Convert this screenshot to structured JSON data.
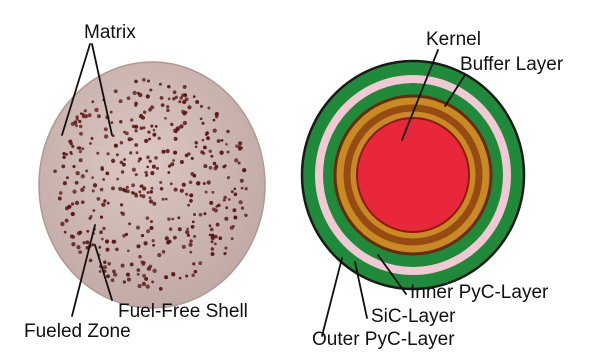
{
  "left_figure": {
    "labels": {
      "matrix": "Matrix",
      "fuel_free_shell": "Fuel-Free Shell",
      "fueled_zone": "Fueled Zone"
    },
    "colors": {
      "pebble_fill": "#cdb6b2",
      "pebble_edge": "#b8a09c",
      "particle": "#5a1a14"
    }
  },
  "right_figure": {
    "labels": {
      "kernel": "Kernel",
      "buffer_layer": "Buffer Layer",
      "inner_pyc_layer": "Inner PyC-Layer",
      "sic_layer": "SiC-Layer",
      "outer_pyc_layer": "Outer PyC-Layer"
    },
    "colors": {
      "outer_pyc": "#1e8a3a",
      "sic": "#f2c8d4",
      "inner_pyc": "#1e8a3a",
      "buffer": "#c98a22",
      "buffer_dark": "#7a2a10",
      "kernel": "#e8283a",
      "outline": "#1a1a1a"
    }
  }
}
